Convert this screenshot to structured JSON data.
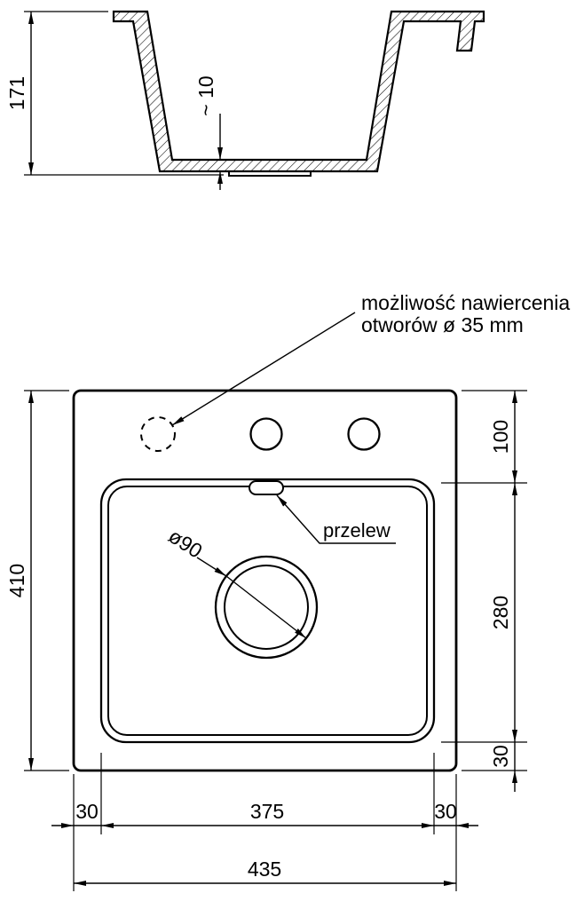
{
  "colors": {
    "line": "#000000",
    "background": "#ffffff"
  },
  "section": {
    "height": "171",
    "bottom_thickness": "~ 10"
  },
  "plan": {
    "note_line1": "możliwość nawiercenia",
    "note_line2": "otworów ø 35 mm",
    "overflow_label": "przelew",
    "drain_label": "ø90"
  },
  "dims": {
    "total_height": "410",
    "top_offset": "100",
    "basin_length": "280",
    "bottom_offset": "30",
    "left_margin": "30",
    "basin_width": "375",
    "right_margin": "30",
    "total_width": "435"
  }
}
